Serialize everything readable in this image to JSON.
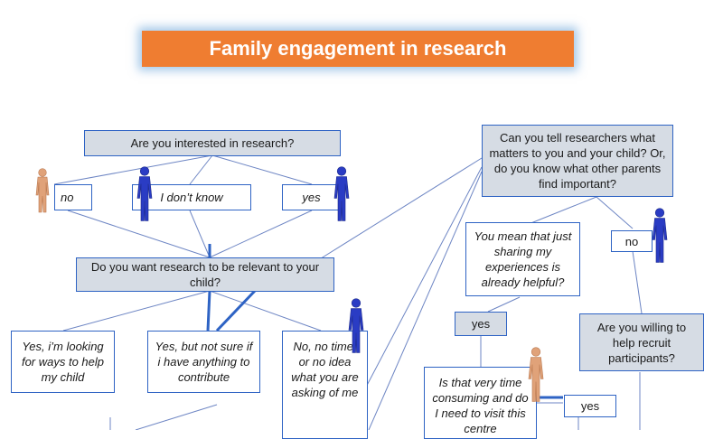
{
  "title": "Family engagement in research",
  "questions": {
    "interested": "Are you interested in research?",
    "relevant": "Do you want research to be relevant to your child?",
    "tell_researchers": "Can you tell researchers what matters to you and your child? Or, do you know what other parents find important?",
    "recruit": "Are you willing to help recruit participants?"
  },
  "answers": {
    "no": "no",
    "dont_know": "I don’t know",
    "yes": "yes",
    "yes_looking": "Yes, i’m looking for ways to help my child",
    "yes_not_sure": "Yes, but not sure if i have anything to contribute",
    "no_time": "No, no time, or no idea what you are asking of me",
    "sharing": "You mean that just sharing my experiences is already helpful?",
    "no_right": "no",
    "yes_left": "yes",
    "time_consuming": "Is that very time consuming and do I need to visit this centre",
    "yes_bottom": "yes"
  },
  "colors": {
    "title_bg": "#ef7d31",
    "title_glow": "#5a9bd5",
    "question_bg": "#d6dce4",
    "border": "#2e63c4",
    "figure_blue": "#2a3cc4",
    "figure_skin": "#e0a279",
    "line": "#6e86c4"
  }
}
